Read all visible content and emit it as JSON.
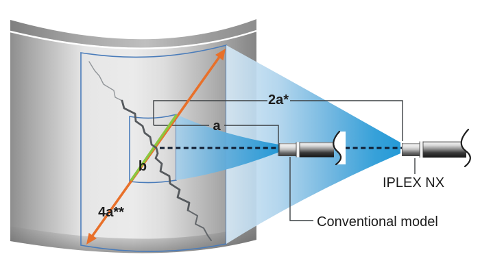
{
  "diagram": {
    "type": "borescope-field-of-view-comparison",
    "labels": {
      "fov_width_iplex": "2a*",
      "fov_width_conventional": "a",
      "crack_width": "b",
      "crack_total_length": "4a**",
      "probe_iplex": "IPLEX NX",
      "probe_conventional": "Conventional model"
    },
    "colors": {
      "measure_arrow_orange": "#e8702a",
      "crack_diagonal_green": "#8cc63f",
      "view_cone_blue": "#1291d3",
      "fov_rectangle_blue": "#4a7cba",
      "bracket_line_gray": "#3c4043",
      "label_text": "#1c1c1c"
    }
  }
}
